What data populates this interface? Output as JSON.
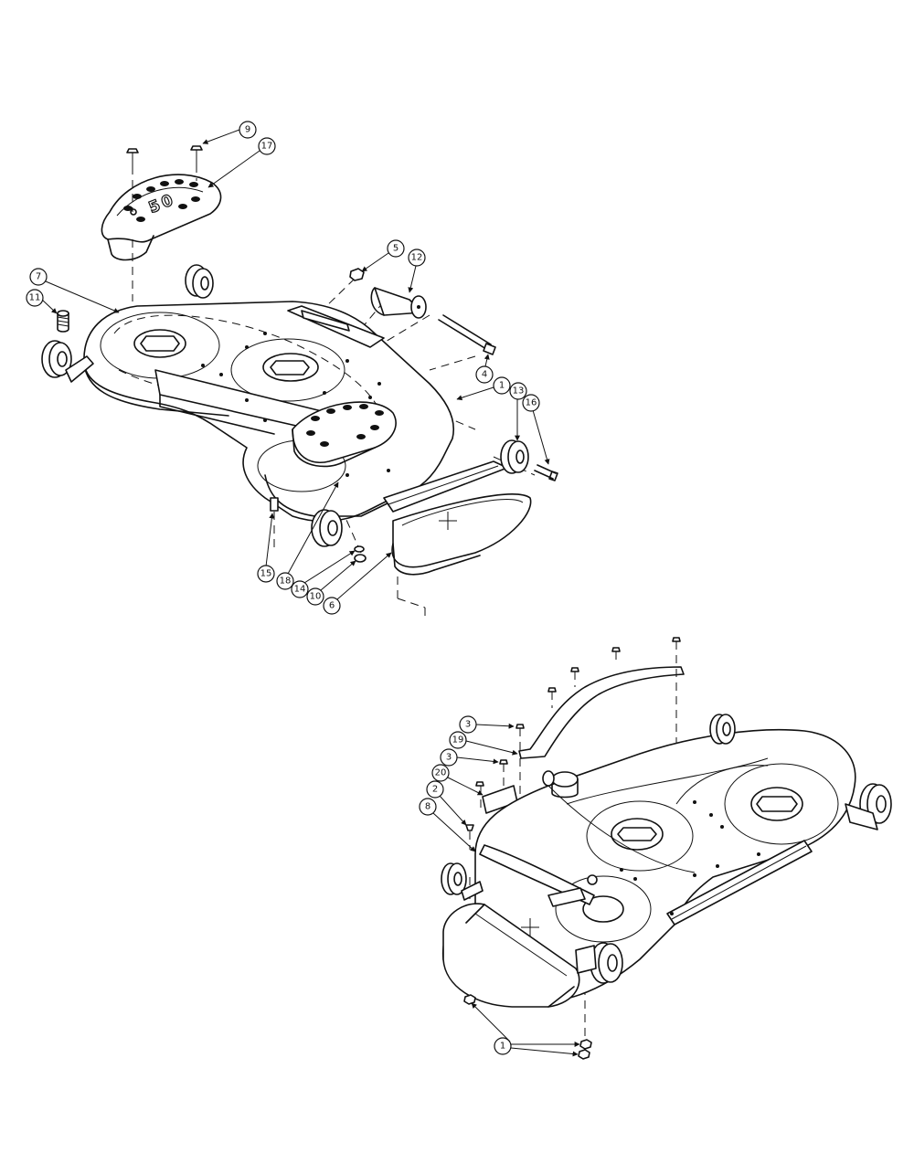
{
  "diagram": {
    "upper_view": {
      "callouts": [
        "9",
        "17",
        "5",
        "12",
        "7",
        "11",
        "4",
        "1",
        "13",
        "16",
        "15",
        "18",
        "14",
        "10",
        "6"
      ],
      "cover_logo": "50"
    },
    "lower_view": {
      "callouts": [
        "3",
        "19",
        "3",
        "20",
        "2",
        "8",
        "1"
      ]
    }
  }
}
